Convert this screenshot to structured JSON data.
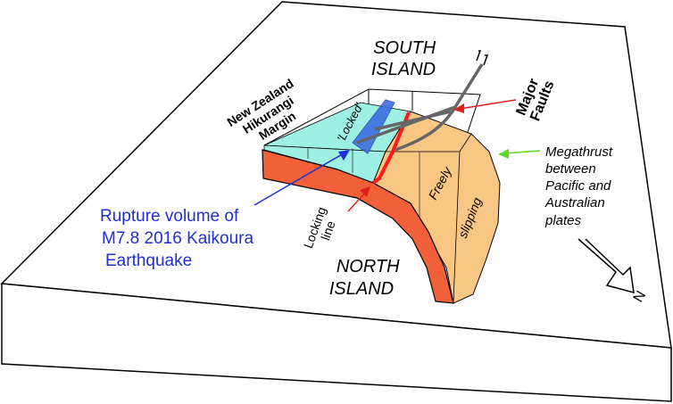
{
  "labels": {
    "south_island": [
      "SOUTH",
      "ISLAND"
    ],
    "north_island": [
      "NORTH",
      "ISLAND"
    ],
    "margin": [
      "New Zealand",
      "Hikurangi",
      "Margin"
    ],
    "locked": "'Locked'",
    "major_faults": [
      "Major",
      "Faults"
    ],
    "megathrust": [
      "Megathrust",
      "between",
      "Pacific and",
      "Australian",
      "plates"
    ],
    "rupture": [
      "Rupture volume of",
      "M7.8 2016 Kaikoura",
      "Earthquake"
    ],
    "locking_line": [
      "Locking",
      "line"
    ],
    "freely": "Freely",
    "slipping": "slipping",
    "north_arrow": "N"
  },
  "colors": {
    "locked_zone": "#9ff0e4",
    "free_zone": "#f9c784",
    "slab": "#f2603a",
    "locking_line": "#ff1a1a",
    "rupture_volume": "#3f6fe0",
    "rupture_text": "#1f2fd6",
    "megathrust_arrow": "#5ed62a",
    "faults": "#666666"
  }
}
